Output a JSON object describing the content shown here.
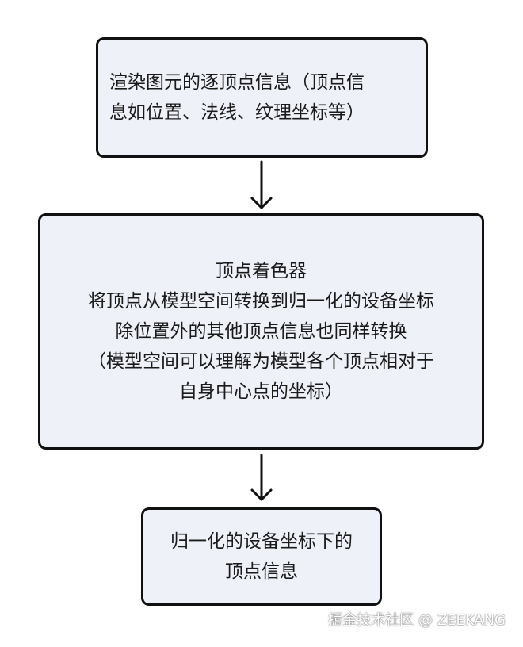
{
  "diagram": {
    "nodes": [
      {
        "lines": [
          "渲染图元的逐顶点信息（顶点信",
          "息如位置、法线、纹理坐标等）"
        ]
      },
      {
        "lines": [
          "顶点着色器",
          "将顶点从模型空间转换到归一化的设备坐标",
          "除位置外的其他顶点信息也同样转换",
          "（模型空间可以理解为模型各个顶点相对于",
          "自身中心点的坐标）"
        ]
      },
      {
        "lines": [
          "归一化的设备坐标下的",
          "顶点信息"
        ]
      }
    ],
    "edges": [
      {
        "from": 0,
        "to": 1
      },
      {
        "from": 1,
        "to": 2
      }
    ]
  },
  "watermark": "掘金技术社区 @ ZEEKANG",
  "colors": {
    "node_fill": "#eef1f8",
    "node_border": "#111111",
    "arrow": "#111111"
  }
}
